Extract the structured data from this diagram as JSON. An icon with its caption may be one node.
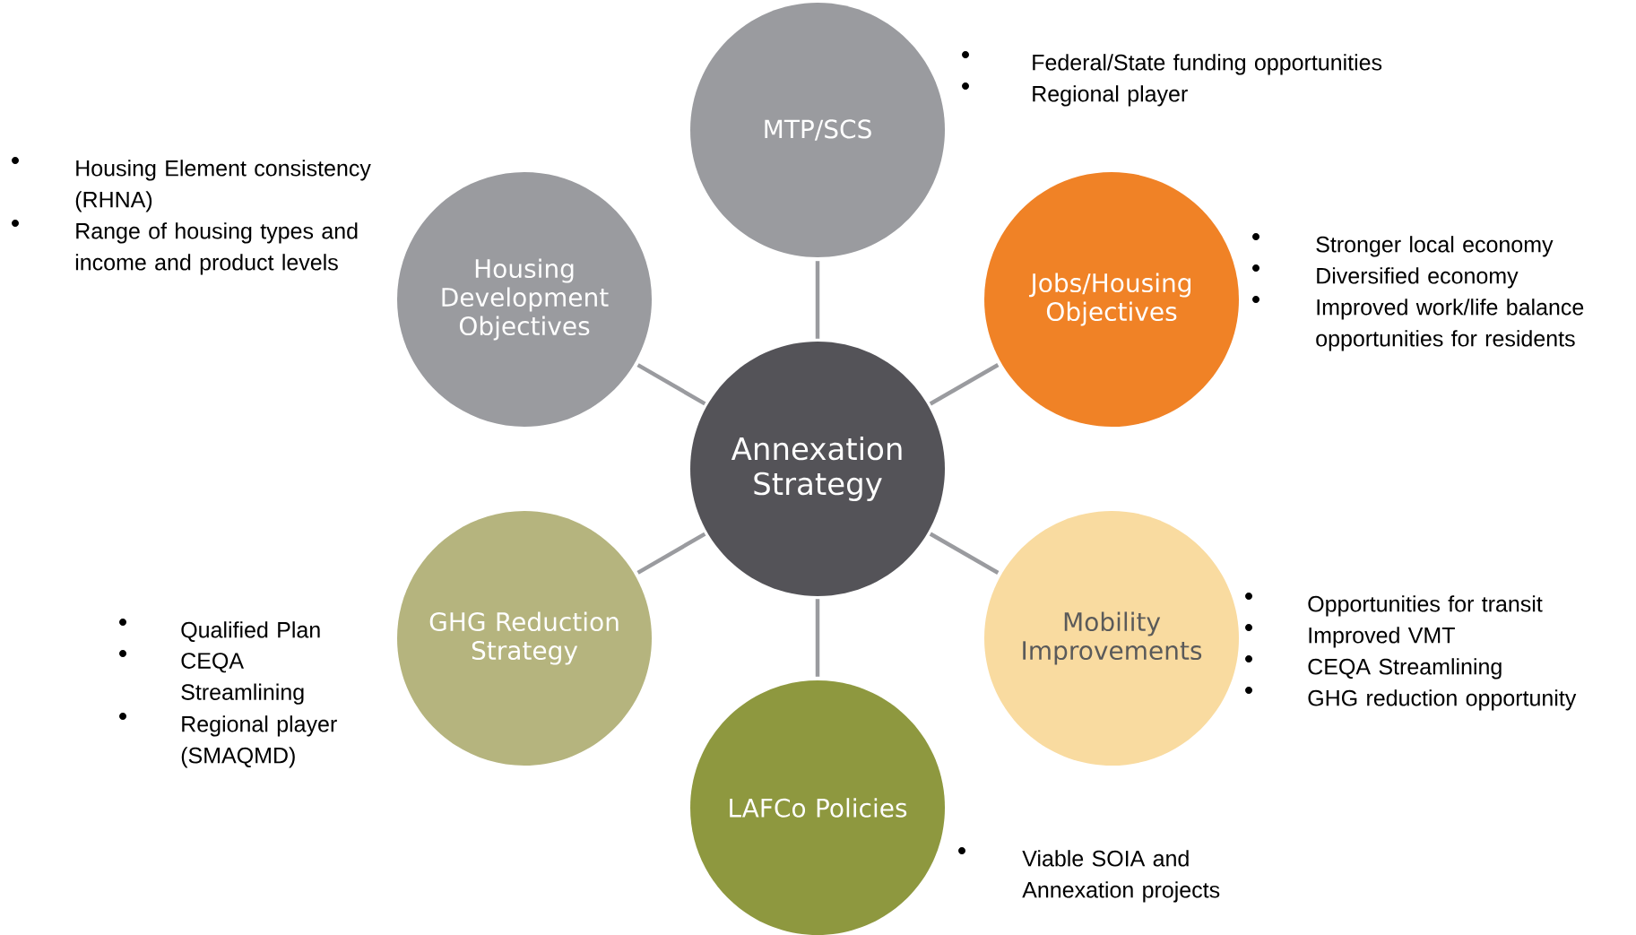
{
  "diagram": {
    "nodes": [
      {
        "text": [
          "MTP/SCS"
        ],
        "beside": [
          "Federal/State funding opportunities",
          "Regional player"
        ]
      },
      {
        "text": [
          "Housing Development Objectives"
        ],
        "beside": [
          "Housing Element consistency (RHNA)",
          "Range of housing types and income and product levels"
        ]
      },
      {
        "text": [
          "Jobs/Housing Objectives"
        ],
        "beside": [
          "Stronger local economy",
          "Diversified economy",
          "Improved work/life balance opportunities for residents"
        ]
      },
      {
        "text": [
          "Annexation Strategy"
        ]
      },
      {
        "text": [
          "GHG Reduction Strategy"
        ],
        "beside": [
          "Qualified Plan",
          "CEQA Streamlining",
          "Regional player (SMAQMD)"
        ]
      },
      {
        "text": [
          "Mobility Improvements"
        ],
        "beside": [
          "Opportunities for transit",
          "Improved VMT",
          "CEQA Streamlining",
          "GHG reduction opportunity"
        ]
      },
      {
        "text": [
          "LAFCo Policies"
        ],
        "beside": [
          "Viable SOIA and Annexation projects"
        ]
      }
    ],
    "edges": [
      {
        "from": 3,
        "to": 0,
        "arrow": "none"
      },
      {
        "from": 3,
        "to": 1,
        "arrow": "none"
      },
      {
        "from": 3,
        "to": 2,
        "arrow": "none"
      },
      {
        "from": 3,
        "to": 4,
        "arrow": "none"
      },
      {
        "from": 3,
        "to": 5,
        "arrow": "none"
      },
      {
        "from": 3,
        "to": 6,
        "arrow": "none"
      }
    ]
  }
}
